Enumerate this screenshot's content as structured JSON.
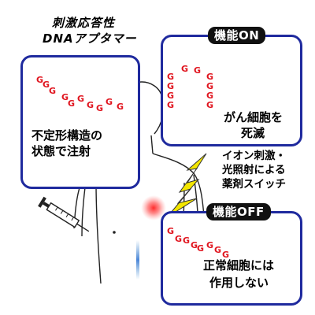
{
  "title": {
    "line1": "刺激応答性",
    "line2": "DNAアプタマー"
  },
  "left_label": {
    "line1": "不定形構造の",
    "line2": "状態で注射"
  },
  "panel_on": {
    "tag": "機能ON",
    "result_line1": "がん細胞を",
    "result_line2": "死滅"
  },
  "stimulus": {
    "line1": "イオン刺激・",
    "line2": "光照射による",
    "line3": "薬剤スイッチ"
  },
  "panel_off": {
    "tag": "機能OFF",
    "result_line1": "正常細胞には",
    "result_line2": "作用しない"
  },
  "dna_letter": "G",
  "colors": {
    "panel_border": "#1f2a9e",
    "dna_red": "#e0141e",
    "arrow_green": "#2bb673",
    "lightning": "#f3e600",
    "cancer_cell": "#7a2a8a",
    "normal_cell": "#8ec9ef",
    "blue_glow": "#5b9bd5"
  }
}
